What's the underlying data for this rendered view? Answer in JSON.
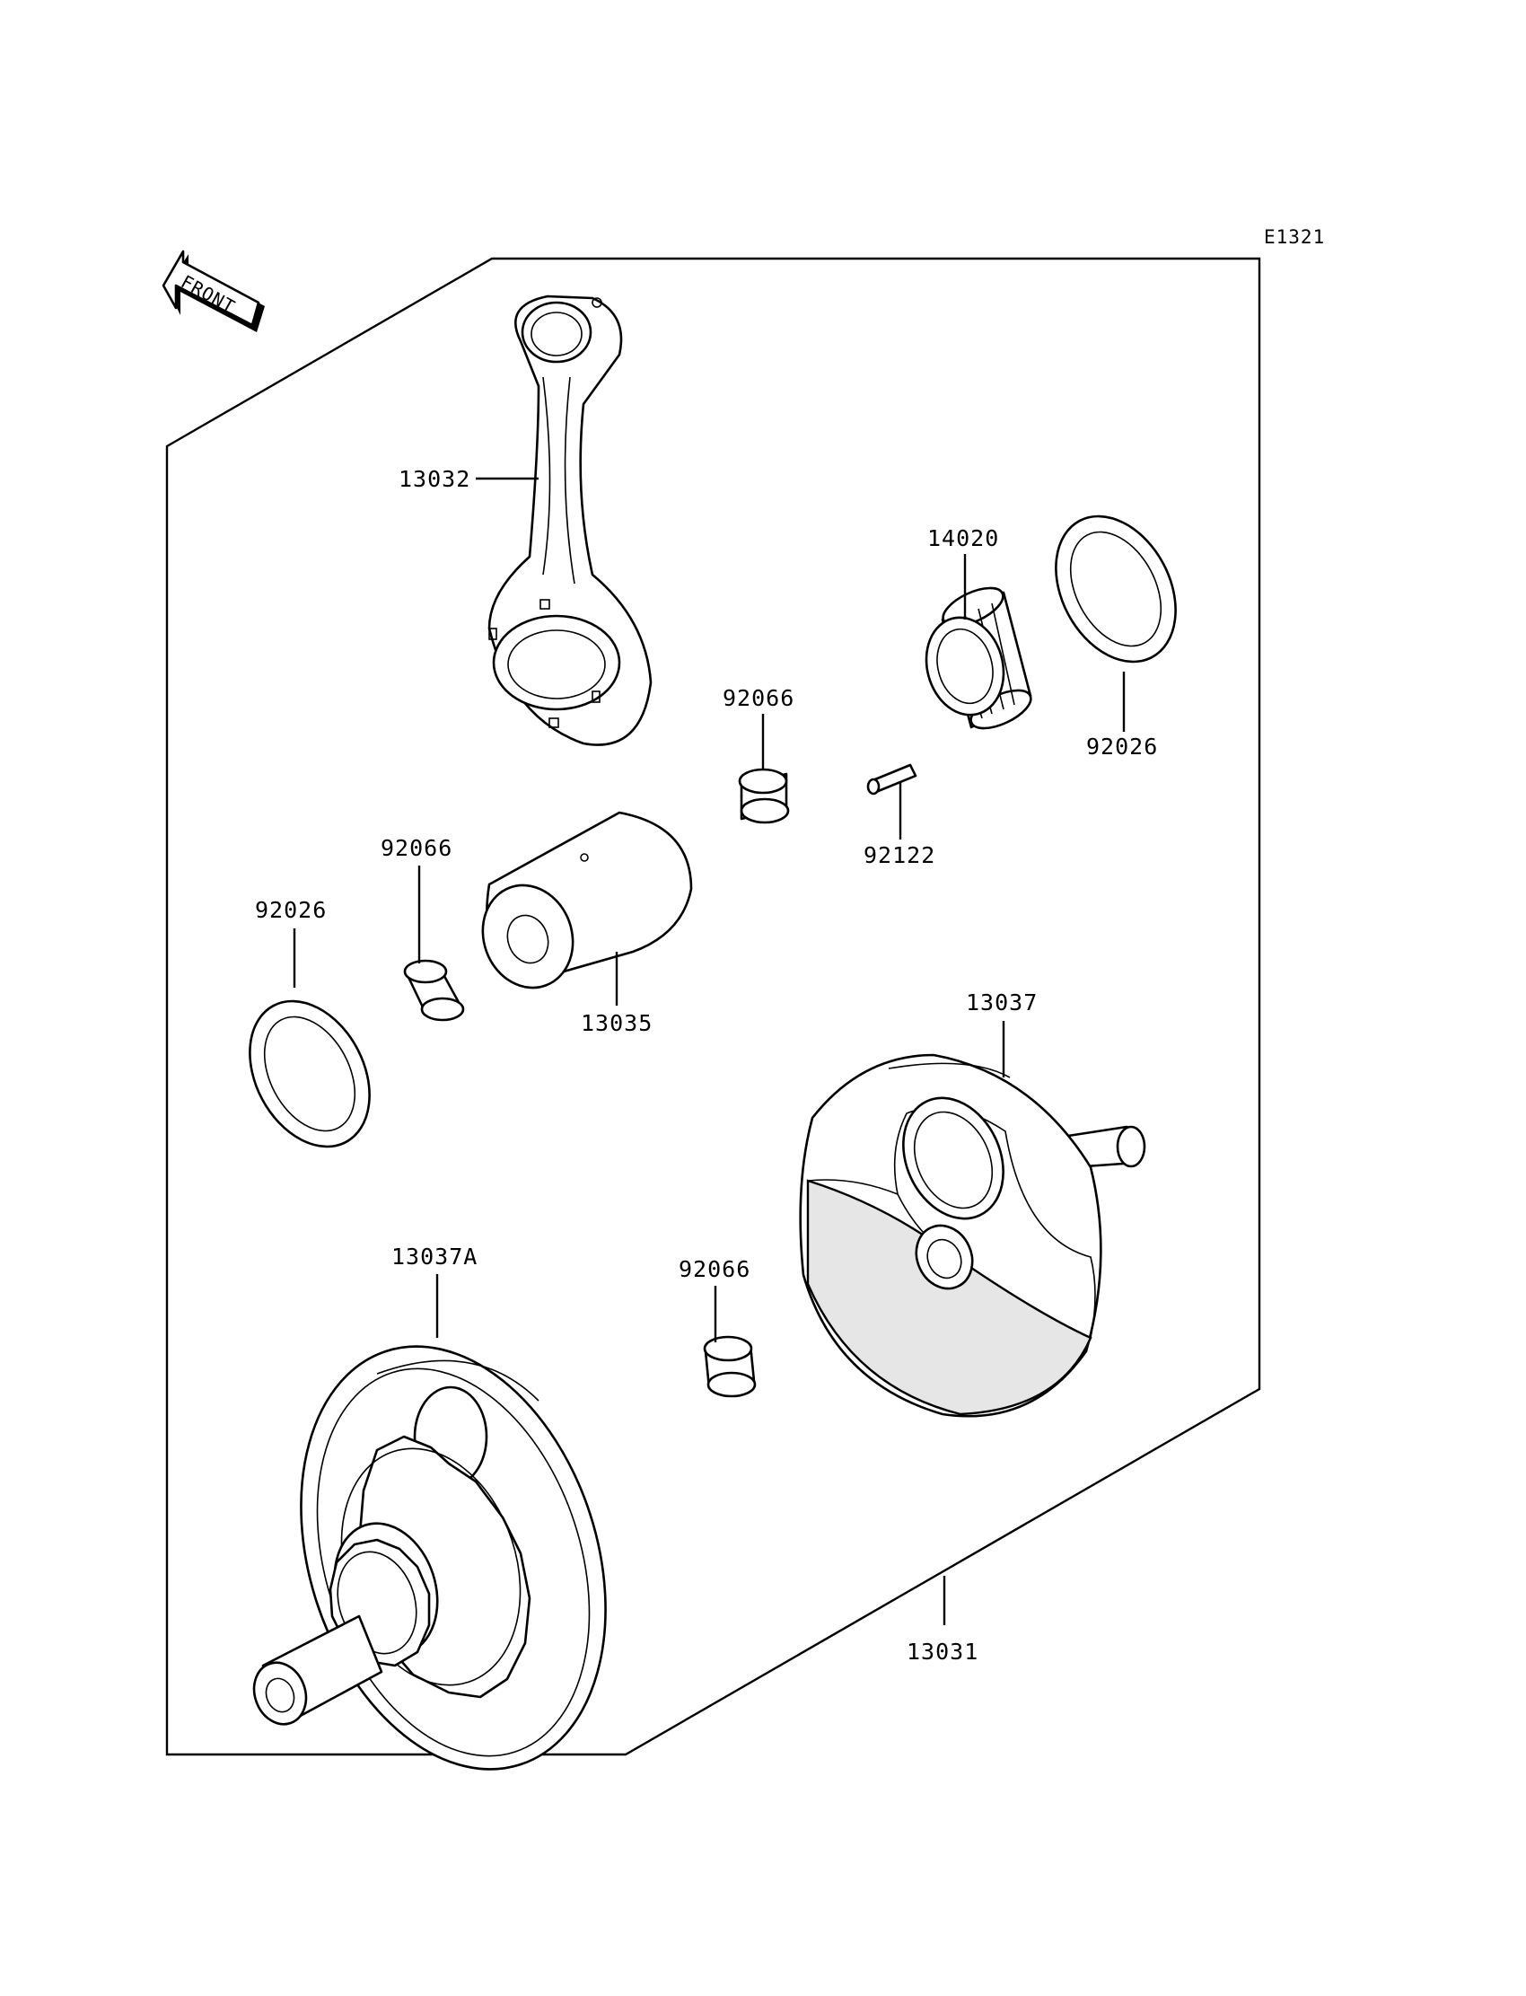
{
  "diagram": {
    "code": "E1321",
    "front_label": "FRONT",
    "parts": {
      "conrod": "13032",
      "bearing": "14020",
      "washer_right": "92026",
      "washer_left": "92026",
      "bush_top": "92066",
      "bush_left": "92066",
      "bush_bottom": "92066",
      "pin_small": "92122",
      "crankpin": "13035",
      "flywheel_right": "13037",
      "flywheel_left": "13037A",
      "crankshaft_assy": "13031"
    }
  }
}
